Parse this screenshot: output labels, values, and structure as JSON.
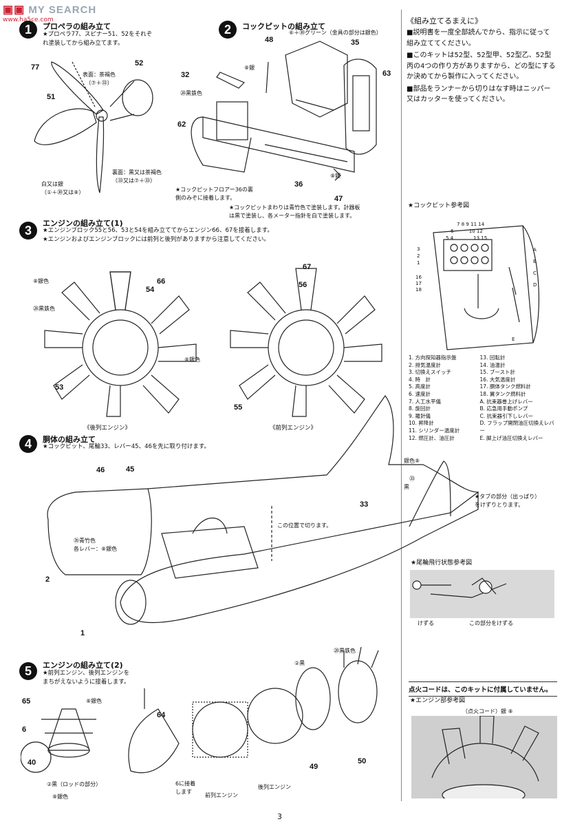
{
  "watermark": {
    "brand": "SEARCH",
    "brand_prefix": "MY",
    "url": "www.ha5ce.com"
  },
  "steps": [
    {
      "num": "1",
      "title": "プロペラの組み立て",
      "note": "★プロペラ77、スピナー51、52をそれぞ\nれ塗装してから組み立てます。",
      "labels": {
        "front_color": "表面：茶褐色\n（⑦＋㉝）",
        "back_color": "裏面：黒又は茶褐色\n（㉝又は⑦＋㉝）",
        "spinner_color": "白又は銀\n（①＋㉚又は⑧）"
      },
      "parts": [
        "77",
        "52",
        "51"
      ]
    },
    {
      "num": "2",
      "title": "コックピットの組み立て",
      "labels": {
        "green": "⑥＋㉚グリーン（金具の部分は銀色）",
        "silver1": "⑧銀",
        "black_iron": "㉘黒鉄色",
        "silver2": "⑧銀",
        "floor_note": "★コックピットフロアー36の裏\n側のみぞに接着します。",
        "paint_note": "★コックピットまわりは青竹色で塗装します。計器板\nは黒で塗装し、各メーター指針を白で塗装します。"
      },
      "parts": [
        "48",
        "35",
        "32",
        "63",
        "62",
        "36",
        "47"
      ]
    },
    {
      "num": "3",
      "title": "エンジンの組み立て(1)",
      "note": "★エンジンブロック55と56、53と54を組み立ててからエンジン66、67を接着します。\n★エンジンおよびエンジンブロックには前列と後列がありますから注意してください。",
      "labels": {
        "silver_a": "⑧銀色",
        "black_iron": "㉘黒鉄色",
        "silver_b": "⑧銀色",
        "rear_engine": "《後列エンジン》",
        "front_engine": "《前列エンジン》"
      },
      "parts": [
        "66",
        "54",
        "53",
        "67",
        "56",
        "55"
      ]
    },
    {
      "num": "4",
      "title": "胴体の組み立て",
      "note": "★コックピット、尾輪33、レバー45、46を先に取り付けます。",
      "labels": {
        "silver": "銀色⑧",
        "black_num": "㉝",
        "black": "黒",
        "tab_note": "★タブの部分（出っぱり）\nをけずりとります。",
        "cut_here": "この位置で切ります。",
        "blue_green": "㉟青竹色\n各レバー：⑧銀色"
      },
      "parts": [
        "46",
        "45",
        "33",
        "2",
        "1"
      ]
    },
    {
      "num": "5",
      "title": "エンジンの組み立て(2)",
      "note": "★前列エンジン、後列エンジンを\nまちがえないように接着します。",
      "labels": {
        "black_iron": "㉘黒鉄色",
        "black": "②黒",
        "silver": "⑧銀色",
        "rod_black": "②黒（ロッドの部分）",
        "silver_b": "⑧銀色",
        "attach_to_6": "6に接着\nします",
        "front_engine": "前列エンジン",
        "rear_engine": "後列エンジン"
      },
      "parts": [
        "65",
        "64",
        "6",
        "40",
        "49",
        "50"
      ]
    }
  ],
  "before_assembly": {
    "title": "《組み立てるまえに》",
    "items": [
      "■説明書を一度全部読んでから、指示に従って組み立ててください。",
      "■このキットは52型、52型甲、52型乙、52型丙の4つの作り方がありますから、どの型にするか決めてから製作に入ってください。",
      "■部品をランナーから切りはなす時はニッパー又はカッターを使ってください。"
    ]
  },
  "cockpit_ref": {
    "title": "★コックピット参考図",
    "callouts": [
      "7",
      "8",
      "9",
      "11",
      "14",
      "6",
      "10",
      "12",
      "5",
      "4",
      "13",
      "15",
      "3",
      "2",
      "1",
      "16",
      "17",
      "18",
      "A",
      "B",
      "C",
      "D",
      "E"
    ],
    "legend_left": [
      "1. 方向探知器指示盤",
      "2. 排気温度計",
      "3. 切換えスイッチ",
      "4. 時　計",
      "5. 高度計",
      "6. 速度計",
      "7. 人工水平儀",
      "8. 旋回計",
      "9. 羅針儀",
      "10. 昇降計",
      "11. シリンダー温度計",
      "12. 燃圧計、油圧計"
    ],
    "legend_right": [
      "13. 回転計",
      "14. 油温計",
      "15. ブースト計",
      "16. 大気温度計",
      "17. 胴体タンク燃料計",
      "18. 翼タンク燃料計",
      "A. 抗束器巻上げレバー",
      "B. 応急用手動ポンプ",
      "C. 抗束器引下しレバー",
      "D. フラップ開閉油圧切換えレバー",
      "E. 脚上げ油圧切換えレバー"
    ]
  },
  "tailwheel_ref": {
    "title": "★尾輪飛行状態参考図",
    "shave": "けずる",
    "shave_this": "この部分をけずる"
  },
  "ignition_note": "点火コードは、このキットに付属していません。",
  "engine_ref": {
    "title": "★エンジン部参考図",
    "label": "（点火コード）銀 ⑧"
  },
  "page_number": "3"
}
